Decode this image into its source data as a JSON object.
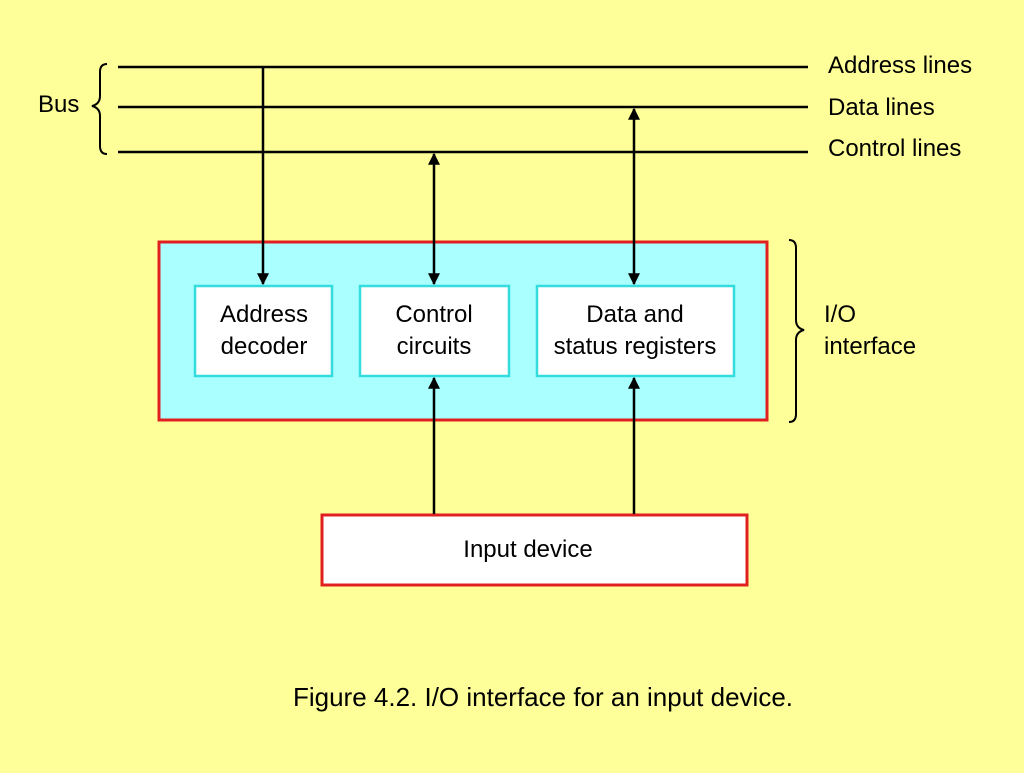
{
  "bus": {
    "label": "Bus",
    "lines": [
      {
        "label": "Address lines"
      },
      {
        "label": "Data lines"
      },
      {
        "label": "Control lines"
      }
    ]
  },
  "io_interface": {
    "label_line1": "I/O",
    "label_line2": "interface",
    "blocks": {
      "address_decoder": {
        "line1": "Address",
        "line2": "decoder"
      },
      "control_circuits": {
        "line1": "Control",
        "line2": "circuits"
      },
      "data_status_registers": {
        "line1": "Data and",
        "line2": "status registers"
      }
    }
  },
  "input_device": {
    "label": "Input device"
  },
  "caption": "Figure 4.2. I/O interface for an input device.",
  "colors": {
    "background": "#FFFF99",
    "interface_fill": "#AAFFFF",
    "interface_border": "#E02020",
    "block_fill": "#FFFFFF",
    "block_border": "#33DDDD",
    "device_border": "#E02020",
    "lines": "#000000"
  }
}
